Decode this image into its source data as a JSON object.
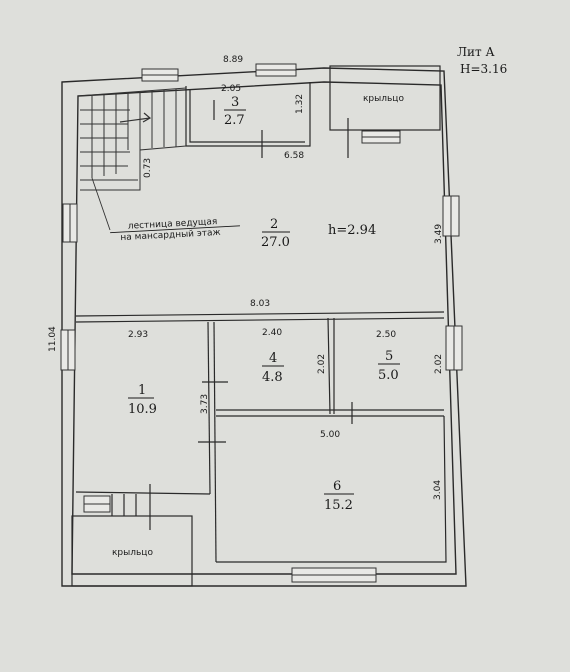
{
  "title": {
    "lit": "Лит А",
    "height": "Н=3.16"
  },
  "dimensions": {
    "top_width": "8.89",
    "left_height": "11.04",
    "room3_width": "2.05",
    "room3_height": "1.32",
    "stair_gap": "0.73",
    "room2_top": "6.58",
    "room2_right": "3.49",
    "room2_bottom": "8.03",
    "room1_width": "2.93",
    "room1_height": "3.73",
    "room4_width": "2.40",
    "room4_height": "2.02",
    "room5_width": "2.50",
    "room5_height": "2.02",
    "room6_width": "5.00",
    "room6_height": "3.04"
  },
  "rooms": [
    {
      "id": "1",
      "area": "10.9"
    },
    {
      "id": "2",
      "area": "27.0",
      "height": "h=2.94"
    },
    {
      "id": "3",
      "area": "2.7"
    },
    {
      "id": "4",
      "area": "4.8"
    },
    {
      "id": "5",
      "area": "5.0"
    },
    {
      "id": "6",
      "area": "15.2"
    }
  ],
  "porch_top": "крыльцо",
  "porch_bottom": "крыльцо",
  "stair_note": {
    "line1": "лестница ведущая",
    "line2": "на мансардный этаж"
  }
}
